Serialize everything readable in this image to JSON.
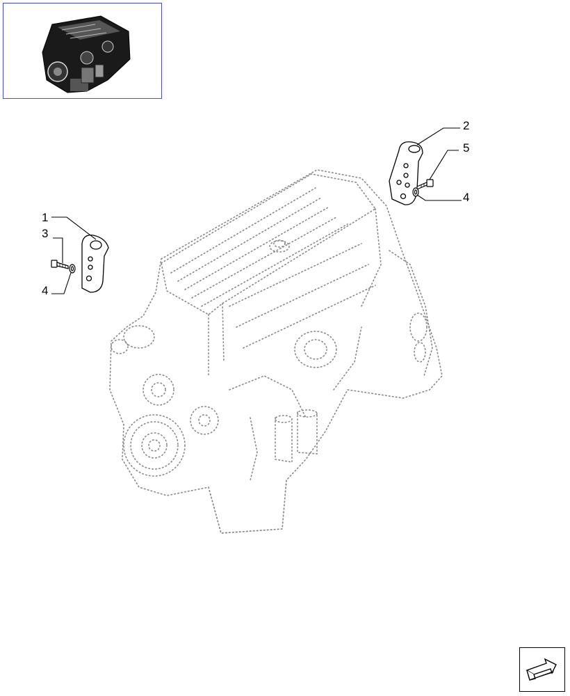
{
  "diagram": {
    "thumbnail_icon": "engine-overview-thumbnail",
    "nav_icon": "next-page-arrow-icon",
    "accent_color": "#4a4ad0",
    "callouts": [
      {
        "id": "c1",
        "label": "1"
      },
      {
        "id": "c2",
        "label": "2"
      },
      {
        "id": "c3",
        "label": "3"
      },
      {
        "id": "c4a",
        "label": "4"
      },
      {
        "id": "c4b",
        "label": "4"
      },
      {
        "id": "c5",
        "label": "5"
      }
    ]
  }
}
